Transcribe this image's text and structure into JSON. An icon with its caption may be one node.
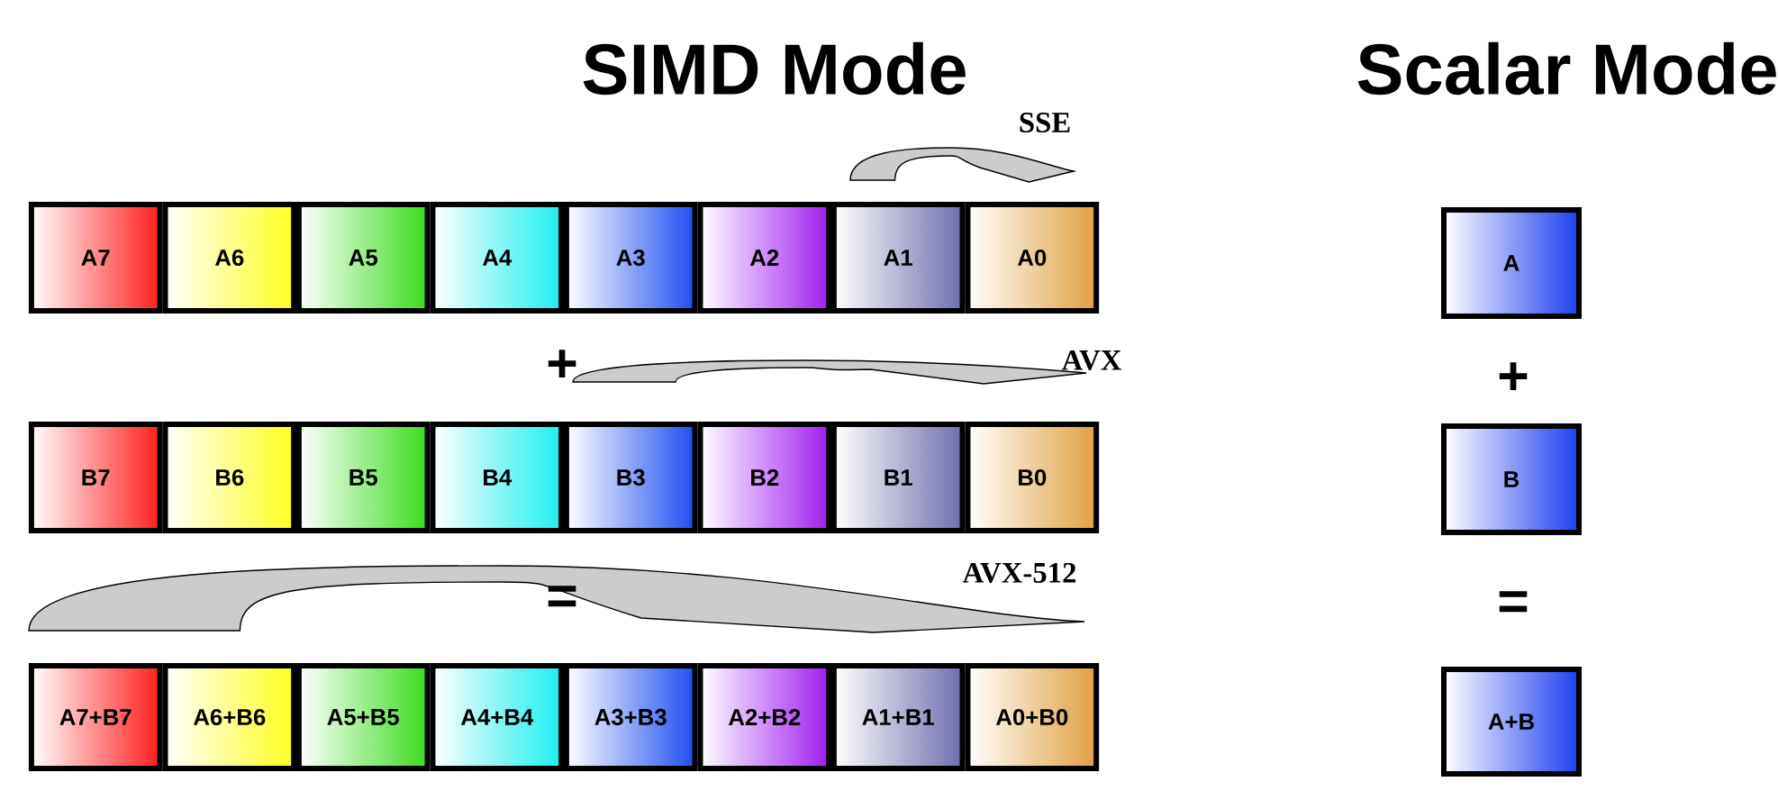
{
  "diagram": {
    "nodes": [
      {
        "text": [
          "A7"
        ]
      },
      {
        "text": [
          "A6"
        ]
      },
      {
        "text": [
          "A5"
        ]
      },
      {
        "text": [
          "A4"
        ]
      },
      {
        "text": [
          "A3"
        ]
      },
      {
        "text": [
          "A2"
        ]
      },
      {
        "text": [
          "A1"
        ]
      },
      {
        "text": [
          "A0"
        ]
      },
      {
        "text": [
          "B7"
        ]
      },
      {
        "text": [
          "B6"
        ]
      },
      {
        "text": [
          "B5"
        ]
      },
      {
        "text": [
          "B4"
        ]
      },
      {
        "text": [
          "B3"
        ]
      },
      {
        "text": [
          "B2"
        ]
      },
      {
        "text": [
          "B1"
        ]
      },
      {
        "text": [
          "B0"
        ]
      },
      {
        "text": [
          "A7+B7"
        ]
      },
      {
        "text": [
          "A6+B6"
        ]
      },
      {
        "text": [
          "A5+B5"
        ]
      },
      {
        "text": [
          "A4+B4"
        ]
      },
      {
        "text": [
          "A3+B3"
        ]
      },
      {
        "text": [
          "A2+B2"
        ]
      },
      {
        "text": [
          "A1+B1"
        ]
      },
      {
        "text": [
          "A0+B0"
        ]
      },
      {
        "text": [
          "A"
        ]
      },
      {
        "text": [
          "B"
        ]
      },
      {
        "text": [
          "A+B"
        ]
      }
    ],
    "labels": [
      "SIMD Mode",
      "Scalar Mode",
      "SSE",
      "+",
      "AVX",
      "+",
      "AVX-512",
      "=",
      "="
    ]
  }
}
